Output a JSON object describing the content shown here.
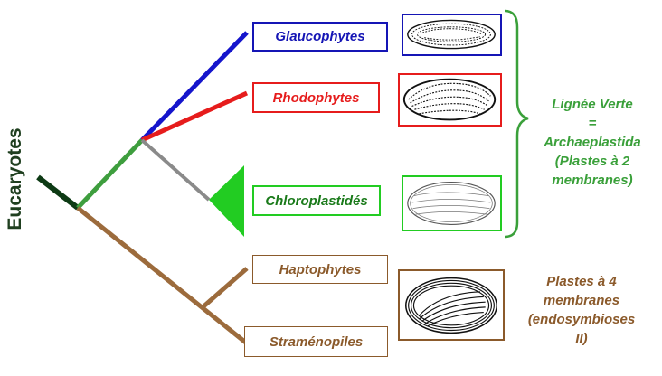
{
  "root_label": "Eucaryotes",
  "taxa": [
    {
      "key": "glaucophytes",
      "label": "Glaucophytes",
      "color": "#1515b5"
    },
    {
      "key": "rhodophytes",
      "label": "Rhodophytes",
      "color": "#e61c1c"
    },
    {
      "key": "chloroplastides",
      "label": "Chloroplastidés",
      "color": "#1a7a1a"
    },
    {
      "key": "haptophytes",
      "label": "Haptophytes",
      "color": "#8b5a2b"
    },
    {
      "key": "stramenopiles",
      "label": "Straménopiles",
      "color": "#8b5a2b"
    }
  ],
  "annotations": {
    "green_lineage": [
      "Lignée Verte",
      "=",
      "Archaeplastida",
      "(Plastes à 2",
      "membranes)"
    ],
    "four_membranes": [
      "Plastes à 4",
      "membranes",
      "(endosymbioses",
      "II)"
    ]
  },
  "colors": {
    "stem": "#0d3a14",
    "green_branch": "#3e9e3e",
    "glauco_branch": "#1515cc",
    "rhodo_branch": "#e61c1c",
    "chloro_branch": "#8a8a8a",
    "chloro_clade": "#22cc22",
    "brown_branch": "#9c6b3c",
    "green_text": "#3aa03a",
    "brown_text": "#8b5a2b"
  }
}
